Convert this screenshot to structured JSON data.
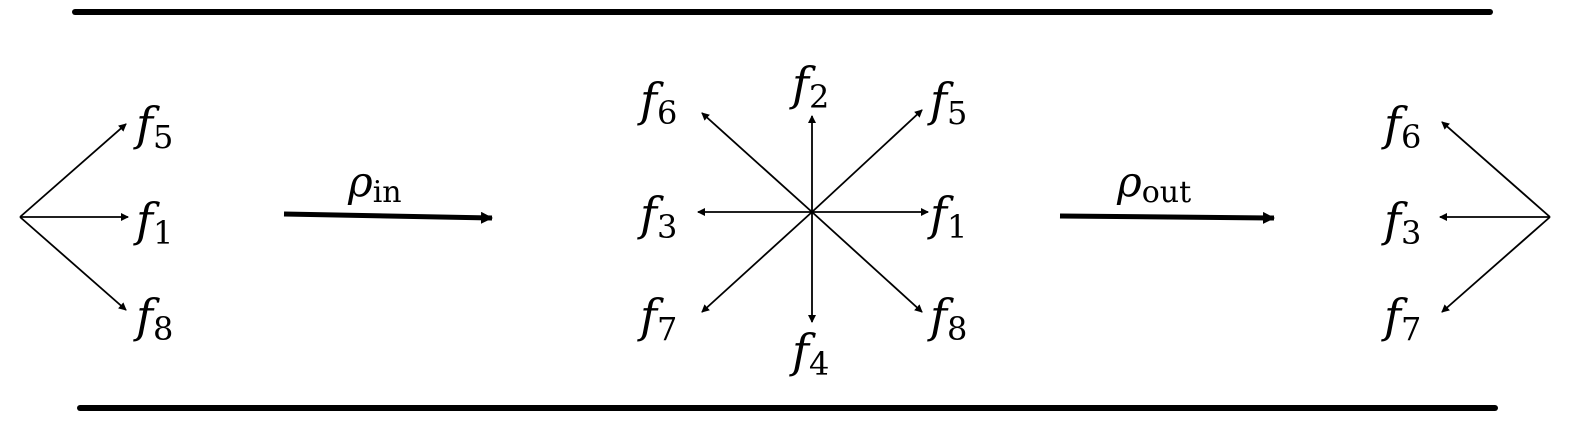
{
  "diagram": {
    "left_group": {
      "labels": [
        {
          "name": "f",
          "sub": "5"
        },
        {
          "name": "f",
          "sub": "1"
        },
        {
          "name": "f",
          "sub": "8"
        }
      ]
    },
    "rho_in": {
      "symbol": "ρ",
      "sub": "in"
    },
    "center_group": {
      "labels": [
        {
          "name": "f",
          "sub": "2"
        },
        {
          "name": "f",
          "sub": "6"
        },
        {
          "name": "f",
          "sub": "5"
        },
        {
          "name": "f",
          "sub": "3"
        },
        {
          "name": "f",
          "sub": "1"
        },
        {
          "name": "f",
          "sub": "7"
        },
        {
          "name": "f",
          "sub": "8"
        },
        {
          "name": "f",
          "sub": "4"
        }
      ]
    },
    "rho_out": {
      "symbol": "ρ",
      "sub": "out"
    },
    "right_group": {
      "labels": [
        {
          "name": "f",
          "sub": "6"
        },
        {
          "name": "f",
          "sub": "3"
        },
        {
          "name": "f",
          "sub": "7"
        }
      ]
    }
  }
}
